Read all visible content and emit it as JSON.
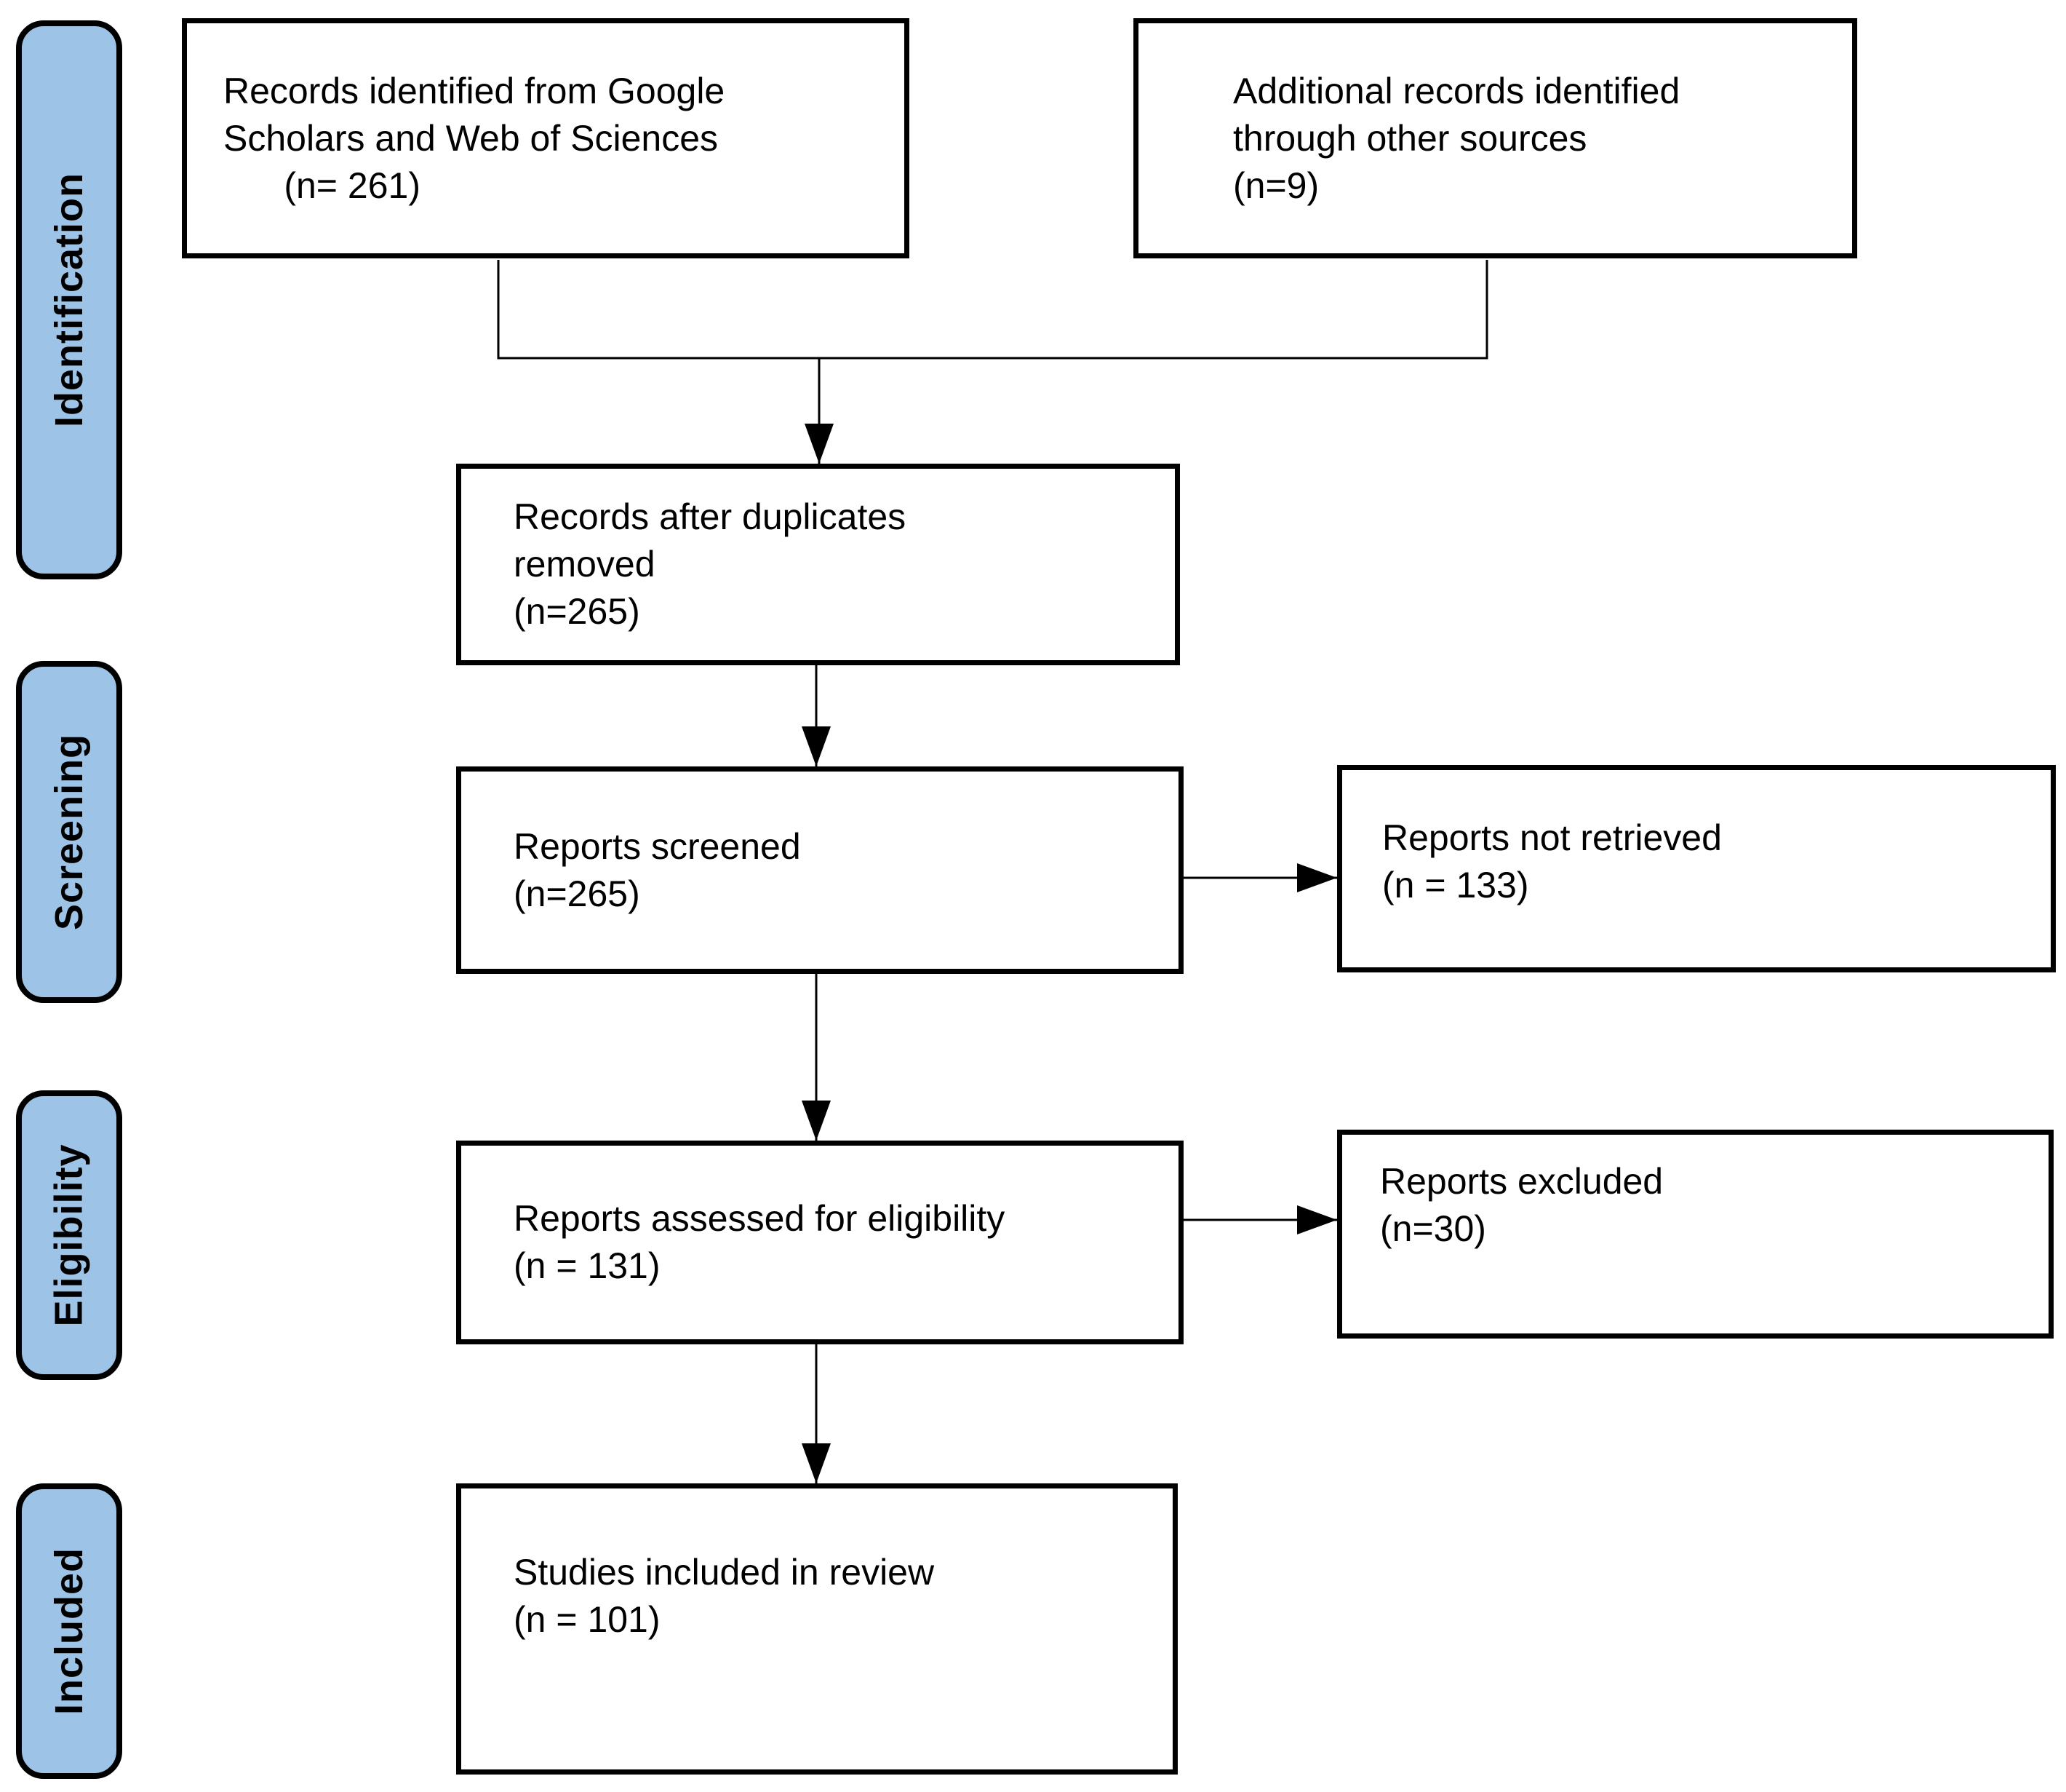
{
  "colors": {
    "background": "#FFFFFF",
    "stage_fill": "#9DC3E6",
    "line": "#000000",
    "text": "#000000"
  },
  "stages": {
    "identification": "Identification",
    "screening": "Screening",
    "eligibility": "Eligibility",
    "included": "Included"
  },
  "boxes": {
    "identified": {
      "text": "Records identified from Google\nScholars and Web of Sciences\n      (n= 261)"
    },
    "additional": {
      "text": "Additional records identified\nthrough other sources\n(n=9)"
    },
    "deduplicated": {
      "text": "Records after duplicates\nremoved\n(n=265)"
    },
    "screened": {
      "text": "Reports screened\n(n=265)"
    },
    "not_retrieved": {
      "text": "Reports not retrieved\n(n = 133)"
    },
    "assessed": {
      "text": "Reports assessed for eligibility\n(n = 131)"
    },
    "excluded": {
      "text": "Reports excluded\n(n=30)"
    },
    "included_review": {
      "text": "Studies included in review\n(n = 101)"
    }
  }
}
